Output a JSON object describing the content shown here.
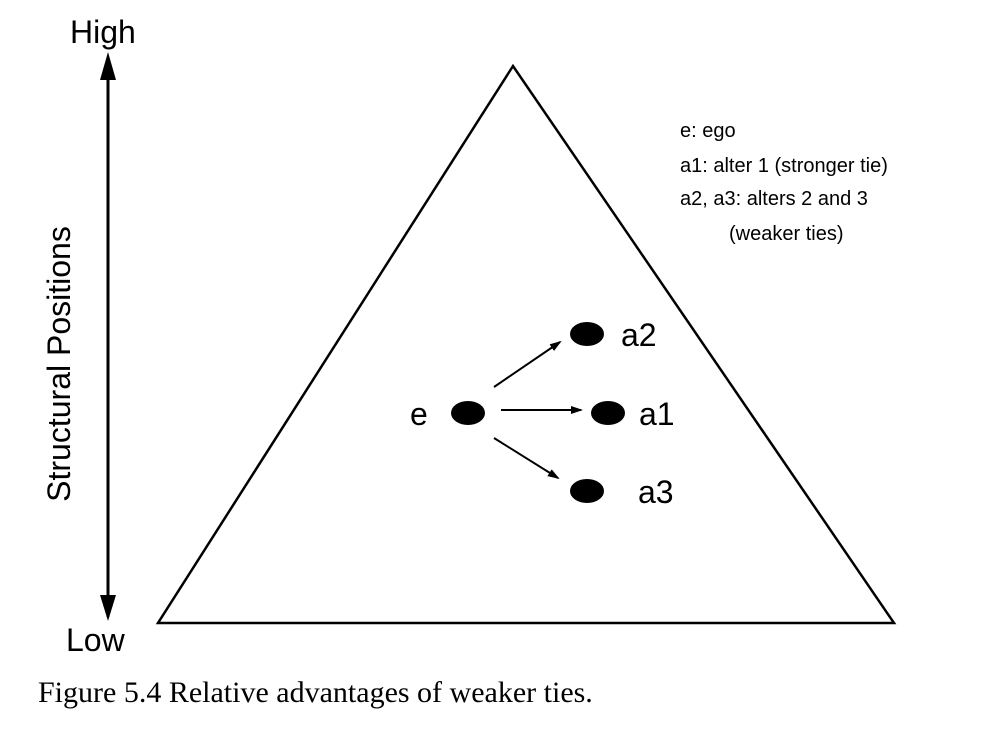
{
  "axis": {
    "high_label": "High",
    "low_label": "Low",
    "title": "Structural Positions"
  },
  "legend": {
    "lines": [
      "e: ego",
      "a1: alter 1 (stronger tie)",
      "a2, a3: alters 2 and 3",
      "(weaker ties)"
    ]
  },
  "nodes": {
    "ego": "e",
    "alter1": "a1",
    "alter2": "a2",
    "alter3": "a3"
  },
  "caption": "Figure 5.4  Relative advantages of weaker ties."
}
